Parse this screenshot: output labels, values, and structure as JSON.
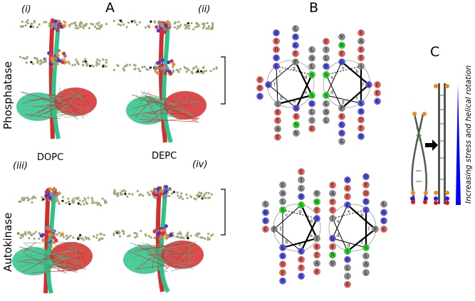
{
  "panels": {
    "a": "A",
    "b": "B",
    "c": "C"
  },
  "panel_a": {
    "subpanels": [
      "(i)",
      "(ii)",
      "(iii)",
      "(iv)"
    ],
    "lipids": [
      "DOPC",
      "DEPC"
    ],
    "rows": [
      "Phosphatase",
      "Autokinase"
    ]
  },
  "panel_c": {
    "caption": "Increasing stress and helical rotation"
  },
  "colors": {
    "basic": "#5a5af2",
    "acidic": "#f2625e",
    "polar": "#22e022",
    "other": "#8e8e8e",
    "helix_red": "#d42c2c",
    "helix_green": "#2fc28a",
    "lipid": "#a8a67a",
    "wedge": "#0000ff"
  },
  "wheels": [
    {
      "name": "phosphatase-left",
      "positions": [
        {
          "res": "F",
          "hep": "g",
          "stack": [
            "E",
            "K",
            "R",
            "L"
          ]
        },
        {
          "res": "S",
          "hep": "d",
          "stack": [
            "L",
            "A",
            "L"
          ]
        },
        {
          "res": "S",
          "hep": "a",
          "stack": [
            "R",
            "L",
            "I",
            "E"
          ]
        },
        {
          "res": "R",
          "hep": "e",
          "stack": [
            "E",
            "N",
            "V"
          ]
        },
        {
          "res": "I",
          "hep": "b",
          "stack": [
            "E",
            "E",
            "A",
            "E"
          ]
        },
        {
          "res": "K",
          "hep": "f",
          "stack": [
            "E",
            "E",
            "K"
          ]
        },
        {
          "res": "K",
          "hep": "c",
          "stack": [
            "R",
            "D",
            "E",
            "R"
          ]
        }
      ]
    },
    {
      "name": "phosphatase-right",
      "positions": [
        {
          "res": "R",
          "hep": "e",
          "stack": [
            "E",
            "N",
            "V"
          ]
        },
        {
          "res": "I",
          "hep": "b",
          "stack": [
            "E",
            "E",
            "A",
            "E"
          ]
        },
        {
          "res": "K",
          "hep": "f",
          "stack": [
            "E",
            "E",
            "K"
          ]
        },
        {
          "res": "K",
          "hep": "c",
          "stack": [
            "R",
            "D",
            "E",
            "R"
          ]
        },
        {
          "res": "F",
          "hep": "g",
          "stack": [
            "E",
            "K",
            "R",
            "L"
          ]
        },
        {
          "res": "S",
          "hep": "d",
          "stack": [
            "L",
            "A",
            "L"
          ]
        },
        {
          "res": "S",
          "hep": "a",
          "stack": [
            "R",
            "L",
            "I",
            "E"
          ]
        }
      ]
    },
    {
      "name": "autokinase-left",
      "positions": [
        {
          "res": "S",
          "hep": "g",
          "stack": [
            "R",
            "L",
            "I",
            "E"
          ]
        },
        {
          "res": "R",
          "hep": "d",
          "stack": [
            "E",
            "N",
            "V"
          ]
        },
        {
          "res": "I",
          "hep": "a",
          "stack": [
            "E",
            "E",
            "A",
            "E"
          ]
        },
        {
          "res": "K",
          "hep": "e",
          "stack": [
            "E",
            "E",
            "K"
          ]
        },
        {
          "res": "K",
          "hep": "b",
          "stack": [
            "R",
            "D",
            "E",
            "R"
          ]
        },
        {
          "res": "F",
          "hep": "f",
          "stack": [
            "E",
            "K",
            "R",
            "L"
          ]
        },
        {
          "res": "S",
          "hep": "c",
          "stack": [
            "L",
            "A",
            "L"
          ]
        }
      ]
    },
    {
      "name": "autokinase-right",
      "positions": [
        {
          "res": "K",
          "hep": "e",
          "stack": [
            "E",
            "E",
            "K"
          ]
        },
        {
          "res": "K",
          "hep": "b",
          "stack": [
            "R",
            "D",
            "E",
            "R"
          ]
        },
        {
          "res": "F",
          "hep": "f",
          "stack": [
            "E",
            "K",
            "R",
            "L"
          ]
        },
        {
          "res": "S",
          "hep": "c",
          "stack": [
            "L",
            "A",
            "L"
          ]
        },
        {
          "res": "S",
          "hep": "g",
          "stack": [
            "R",
            "L",
            "I",
            "E"
          ]
        },
        {
          "res": "R",
          "hep": "d",
          "stack": [
            "E",
            "N",
            "V"
          ]
        },
        {
          "res": "I",
          "hep": "a",
          "stack": [
            "E",
            "E",
            "A",
            "E"
          ]
        }
      ]
    }
  ]
}
